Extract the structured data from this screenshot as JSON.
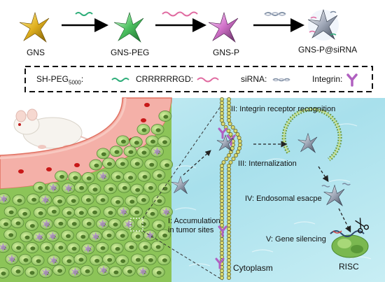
{
  "steps": [
    "GNS",
    "GNS-PEG",
    "GNS-P",
    "GNS-P@siRNA"
  ],
  "legend": {
    "peg_main": "SH-PEG",
    "peg_sub": "5000",
    "peg_colon": ":",
    "peptide": "CRRRRRRGD:",
    "sirna": "siRNA:",
    "integrin": "Integrin:"
  },
  "stages": [
    "II: Integrin receptor recognition",
    "III: Internalization",
    "IV: Endosomal esacpe",
    "V: Gene silencing"
  ],
  "accumulation": [
    "I: Accumulation",
    "in tumor sites"
  ],
  "cytoplasm": "Cytoplasm",
  "risc": "RISC",
  "colors": {
    "peg": "#2fae7a",
    "peptide": "#e06aa0",
    "integrin": "#b060c0",
    "vessel": "#f4b0a8",
    "fluid": "#bfe9f0",
    "cells": "#a8d070"
  }
}
